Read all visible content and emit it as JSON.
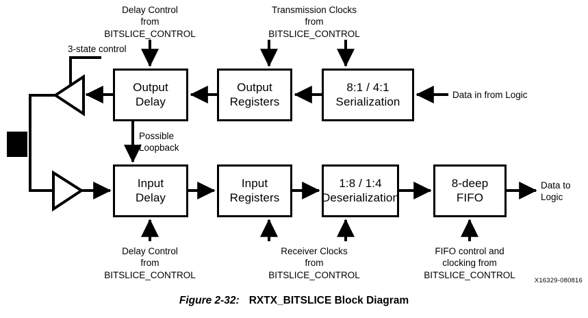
{
  "figure": {
    "number": "Figure 2-32:",
    "title": "RXTX_BITSLICE Block Diagram",
    "id": "X16329-080816"
  },
  "blocks": {
    "output_delay": "Output\nDelay",
    "output_registers": "Output\nRegisters",
    "serialization": "8:1 / 4:1\nSerialization",
    "input_delay": "Input\nDelay",
    "input_registers": "Input\nRegisters",
    "deserialization": "1:8 / 1:4\nDeserialization",
    "fifo": "8-deep\nFIFO"
  },
  "labels": {
    "delay_control_top": "Delay Control\nfrom\nBITSLICE_CONTROL",
    "transmission_clocks": "Transmission Clocks\nfrom\nBITSLICE_CONTROL",
    "three_state_control": "3-state control",
    "data_in_from_logic": "Data in from Logic",
    "possible_loopback": "Possible\nLoopback",
    "delay_control_bottom": "Delay Control\nfrom\nBITSLICE_CONTROL",
    "receiver_clocks": "Receiver Clocks\nfrom\nBITSLICE_CONTROL",
    "fifo_control": "FIFO control and\nclocking from\nBITSLICE_CONTROL",
    "data_to_logic": "Data to\nLogic"
  },
  "colors": {
    "stroke": "#000000",
    "fill": "#ffffff",
    "pad": "#000000"
  }
}
